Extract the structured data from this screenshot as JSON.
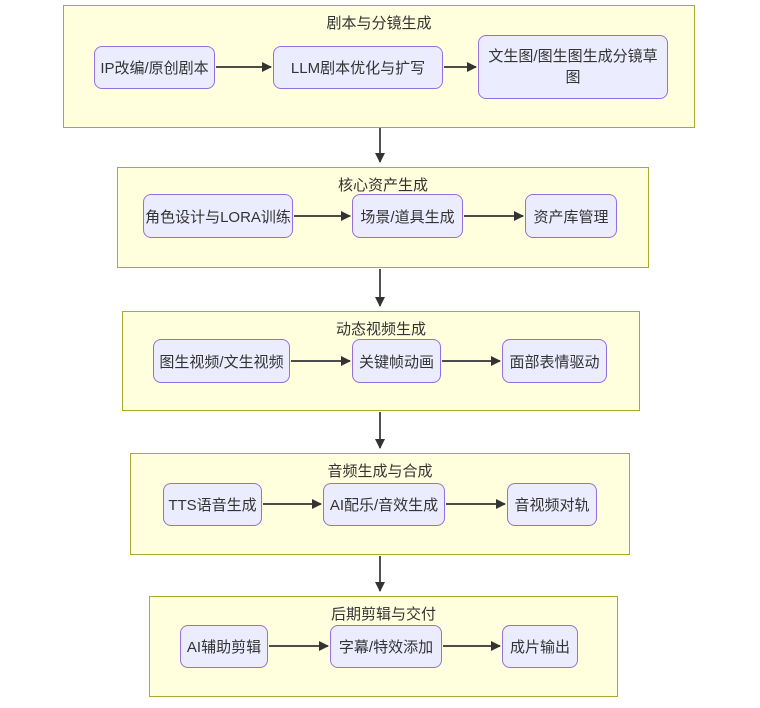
{
  "diagram": {
    "type": "flowchart",
    "stages": [
      {
        "title": "剧本与分镜生成",
        "nodes": [
          {
            "label": "IP改编/原创剧本"
          },
          {
            "label": "LLM剧本优化与扩写"
          },
          {
            "label": "文生图/图生图生成分镜草图"
          }
        ]
      },
      {
        "title": "核心资产生成",
        "nodes": [
          {
            "label": "角色设计与LORA训练"
          },
          {
            "label": "场景/道具生成"
          },
          {
            "label": "资产库管理"
          }
        ]
      },
      {
        "title": "动态视频生成",
        "nodes": [
          {
            "label": "图生视频/文生视频"
          },
          {
            "label": "关键帧动画"
          },
          {
            "label": "面部表情驱动"
          }
        ]
      },
      {
        "title": "音频生成与合成",
        "nodes": [
          {
            "label": "TTS语音生成"
          },
          {
            "label": "AI配乐/音效生成"
          },
          {
            "label": "音视频对轨"
          }
        ]
      },
      {
        "title": "后期剪辑与交付",
        "nodes": [
          {
            "label": "AI辅助剪辑"
          },
          {
            "label": "字幕/特效添加"
          },
          {
            "label": "成片输出"
          }
        ]
      }
    ],
    "colors": {
      "stage_fill": "#ffffde",
      "stage_border": "#aaaa33",
      "node_fill": "#ececff",
      "node_border": "#9370db",
      "arrow": "#333333",
      "text": "#333333",
      "background": "#ffffff"
    }
  }
}
